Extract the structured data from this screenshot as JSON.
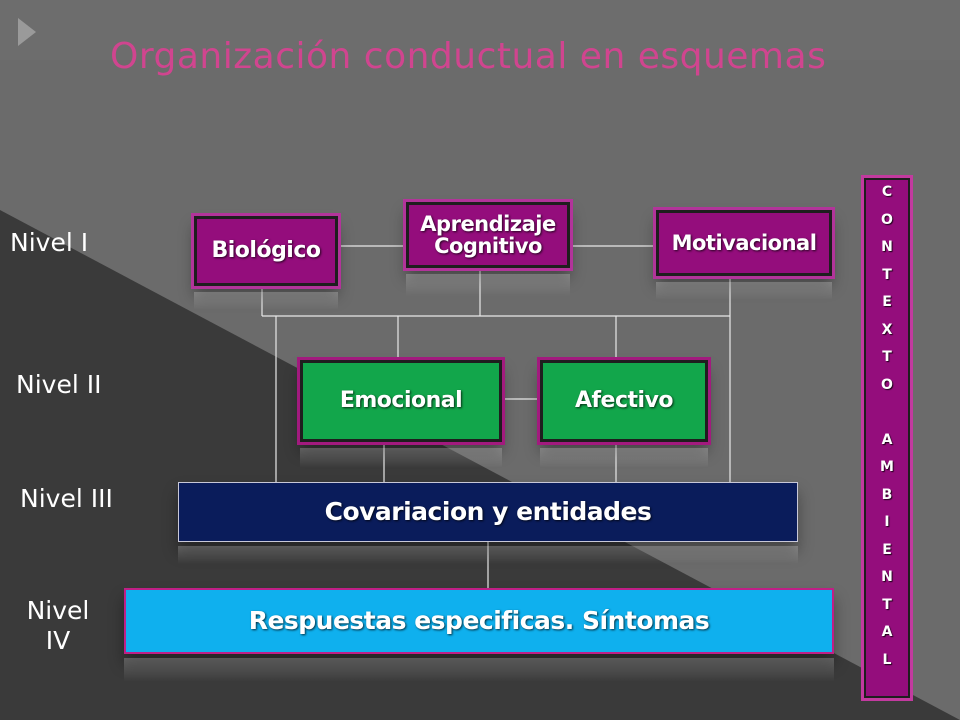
{
  "title": "Organización conductual en esquemas",
  "levels": {
    "nivel1": "Nivel I",
    "nivel2": "Nivel II",
    "nivel3": "Nivel III",
    "nivel4_line1": "Nivel",
    "nivel4_line2": "IV"
  },
  "boxes": {
    "biologico": "Biológico",
    "aprendizaje_line1": "Aprendizaje",
    "aprendizaje_line2": "Cognitivo",
    "motivacional": "Motivacional",
    "emocional": "Emocional",
    "afectivo": "Afectivo",
    "covariacion": "Covariacion y entidades",
    "respuestas": "Respuestas especificas. Síntomas"
  },
  "contexto_letters": [
    "C",
    "O",
    "N",
    "T",
    "E",
    "X",
    "T",
    "O",
    "",
    "A",
    "M",
    "B",
    "I",
    "E",
    "N",
    "T",
    "A",
    "L"
  ],
  "colors": {
    "title": "#d0458f",
    "purple": "#940d7c",
    "green": "#12a64b",
    "navy": "#0a1c5b",
    "cyan": "#0fb0ee"
  }
}
